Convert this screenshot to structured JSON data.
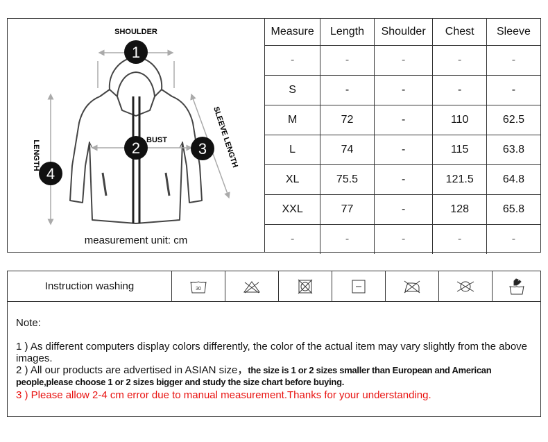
{
  "diagram": {
    "shoulder_label": "SHOULDER",
    "bust_label": "BUST",
    "sleeve_label": "SLEEVE LENGTH",
    "length_label": "LENGTH",
    "markers": [
      "1",
      "2",
      "3",
      "4"
    ],
    "unit_text": "measurement unit: cm"
  },
  "size_table": {
    "headers": [
      "Measure",
      "Length",
      "Shoulder",
      "Chest",
      "Sleeve"
    ],
    "rows": [
      [
        "-",
        "-",
        "-",
        "-",
        "-"
      ],
      [
        "S",
        "-",
        "-",
        "-",
        "-"
      ],
      [
        "M",
        "72",
        "-",
        "110",
        "62.5"
      ],
      [
        "L",
        "74",
        "-",
        "115",
        "63.8"
      ],
      [
        "XL",
        "75.5",
        "-",
        "121.5",
        "64.8"
      ],
      [
        "XXL",
        "77",
        "-",
        "128",
        "65.8"
      ],
      [
        "-",
        "-",
        "-",
        "-",
        "-"
      ]
    ]
  },
  "washing": {
    "label": "Instruction washing",
    "icons": [
      "wash-30-icon",
      "do-not-bleach-icon",
      "do-not-tumble-dry-icon",
      "line-dry-icon",
      "do-not-iron-icon",
      "do-not-dry-clean-icon",
      "hand-wash-icon"
    ]
  },
  "notes": {
    "title": "Note:",
    "line1": "1 ) As different computers display colors differently, the color of the actual item may vary slightly from the above images.",
    "line2_a": "2 ) All our products are advertised in ASIAN size，",
    "line2_b": "the size is 1 or 2 sizes smaller than European and American people,please choose 1 or 2 sizes bigger and study the size chart before buying.",
    "line3": "3 ) Please allow 2-4 cm error due to manual measurement.Thanks for your understanding."
  }
}
